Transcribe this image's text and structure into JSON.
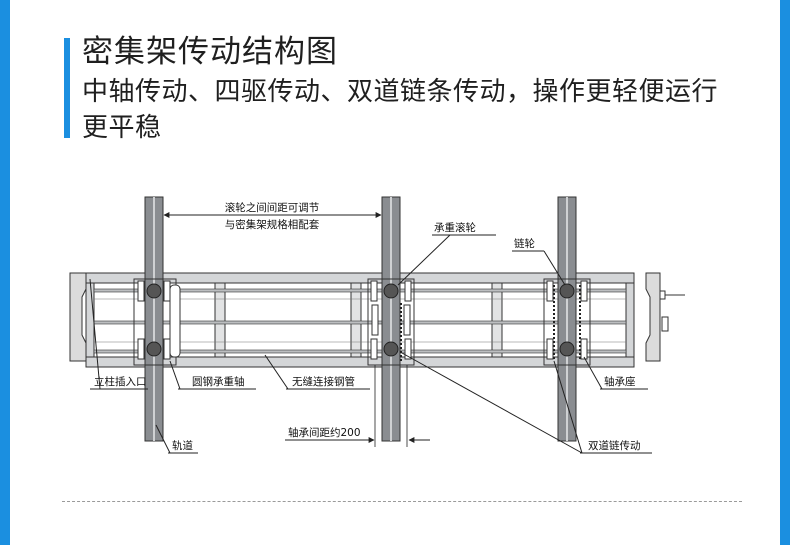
{
  "colors": {
    "accent": "#1b8fe0",
    "side_bar": "#1b8fe0",
    "rail": "#8a8d91",
    "frame": "#c8cacc",
    "line": "#222222"
  },
  "header": {
    "title": "密集架传动结构图",
    "subtitle": "中轴传动、四驱传动、双道链条传动，操作更轻便运行更平稳"
  },
  "diagram": {
    "labels": {
      "gap_note_line1": "滚轮之间间距可调节",
      "gap_note_line2": "与密集架规格相配套",
      "load_roller": "承重滚轮",
      "sprocket": "链轮",
      "column_slot": "立柱插入口",
      "steel_axle": "圆钢承重轴",
      "seamless_tube": "无缝连接钢管",
      "bearing_seat": "轴承座",
      "bearing_spacing": "轴承间距约200",
      "track": "轨道",
      "double_chain": "双道链传动"
    }
  }
}
